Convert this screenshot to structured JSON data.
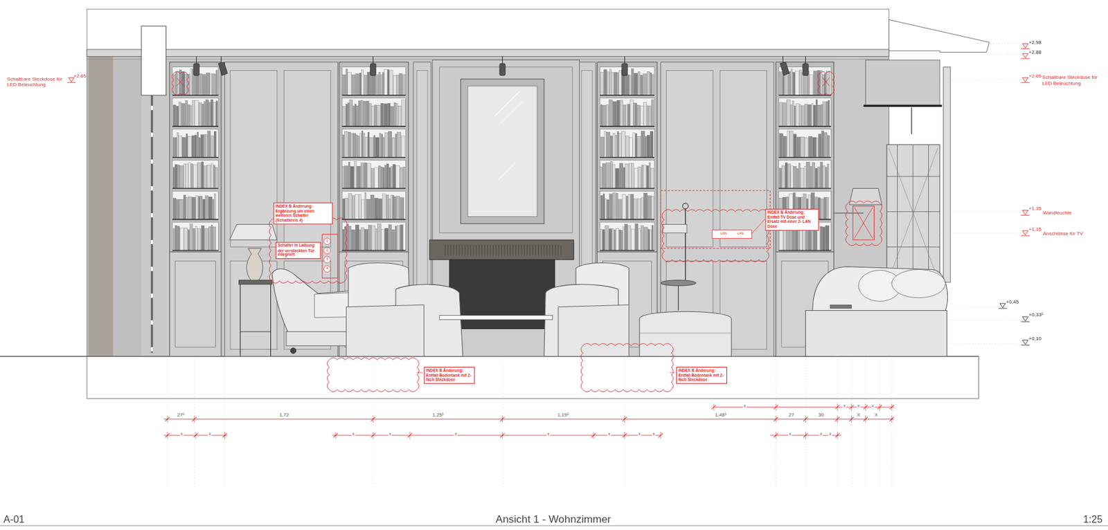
{
  "diagram": {
    "title": "Ansicht 1 - Wohnzimmer",
    "nodes": [
      {
        "text": [
          "INDEX B Änderung: Ergänzung um einen weiteren Schalter (Schaltkreis 4)"
        ]
      },
      {
        "text": [
          "Schalter in Laibung der versteckten Tür integriert"
        ]
      },
      {
        "text": [
          "INDEX B Änderung: Entfall TV Dose und Ersatz mit einer 2- LAN Dose"
        ]
      },
      {
        "text": [
          "INDEX B Änderung: Entfall Bodentank mit 2-fach Steckdose"
        ]
      },
      {
        "text": [
          "INDEX B Änderung: Entfall Bodentank mit 2-fach Steckdose"
        ]
      }
    ],
    "labels": [
      "Schaltbare Steckdose für LED Beleuchtung",
      "+2,65",
      "+2,98",
      "+2,88",
      "+2,65",
      "Schaltbare Steckdose für LED Beleuchtung",
      "+1,35",
      "Wandleuchte",
      "+1,15",
      "Anschlüsse für TV",
      "+0,45",
      "+0,33⁵",
      "+0,10",
      "27⁵",
      "1,72",
      "1,25⁵",
      "1,19⁵",
      "1,48⁵",
      "27",
      "30",
      "X",
      "X",
      "x",
      "x",
      "x",
      "x",
      "x",
      "x",
      "x",
      "x",
      "x",
      "x",
      "x",
      "x",
      "x",
      "x",
      "x",
      "x",
      "LAN",
      "LAN",
      "1",
      "2",
      "3",
      "4",
      "A-01",
      "1:25"
    ]
  }
}
